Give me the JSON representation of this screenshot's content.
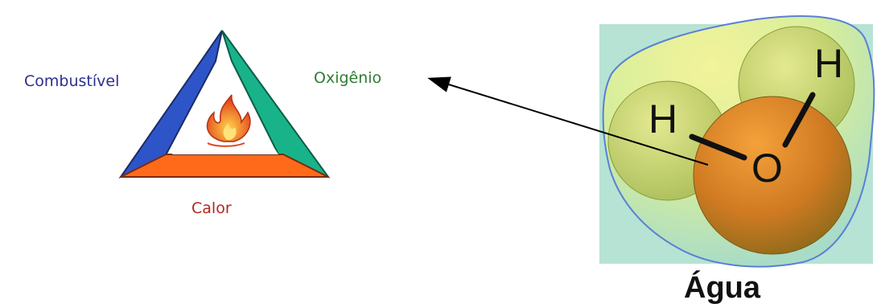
{
  "fire_triangle": {
    "left_label": "Combustível",
    "right_label": "Oxigênio",
    "bottom_label": "Calor",
    "colors": {
      "left": "#2e55c8",
      "right": "#19b38a",
      "bottom": "#ff6a1a"
    }
  },
  "molecule": {
    "caption": "Água",
    "atoms": [
      "H",
      "H",
      "O"
    ]
  },
  "arrow": {
    "from": "molecule-oxygen",
    "to": "oxygen-label"
  }
}
